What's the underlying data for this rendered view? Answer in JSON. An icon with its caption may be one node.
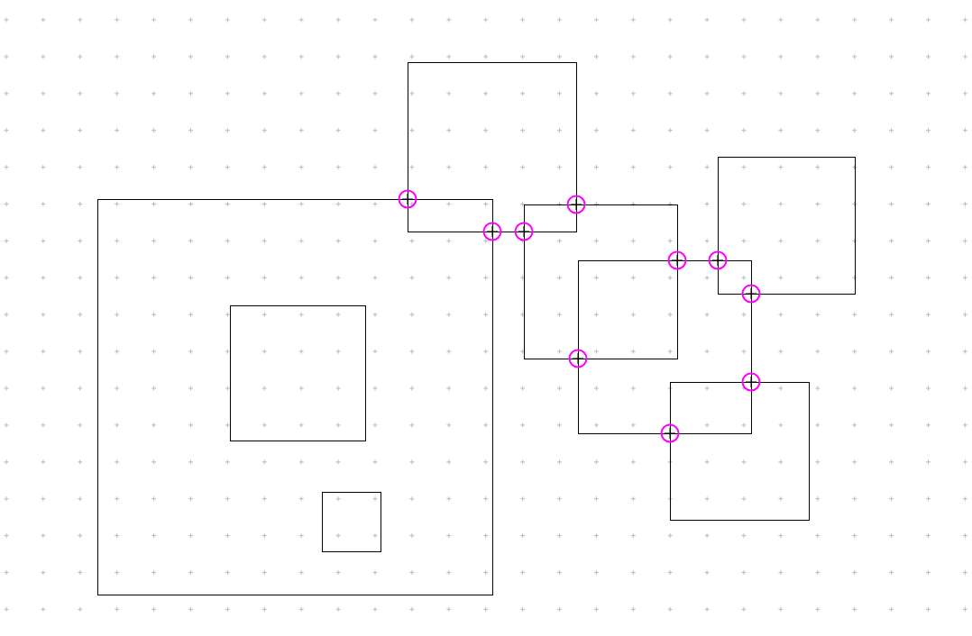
{
  "diagram": {
    "nodes": [
      {
        "text": [],
        "shape": "box"
      },
      {
        "text": [],
        "shape": "box"
      },
      {
        "text": [],
        "shape": "box"
      },
      {
        "text": [],
        "shape": "box"
      },
      {
        "text": [],
        "shape": "box"
      },
      {
        "text": [],
        "shape": "box",
        "in": 2
      },
      {
        "text": [],
        "shape": "box"
      },
      {
        "text": [],
        "shape": "box",
        "in": 2
      }
    ]
  }
}
